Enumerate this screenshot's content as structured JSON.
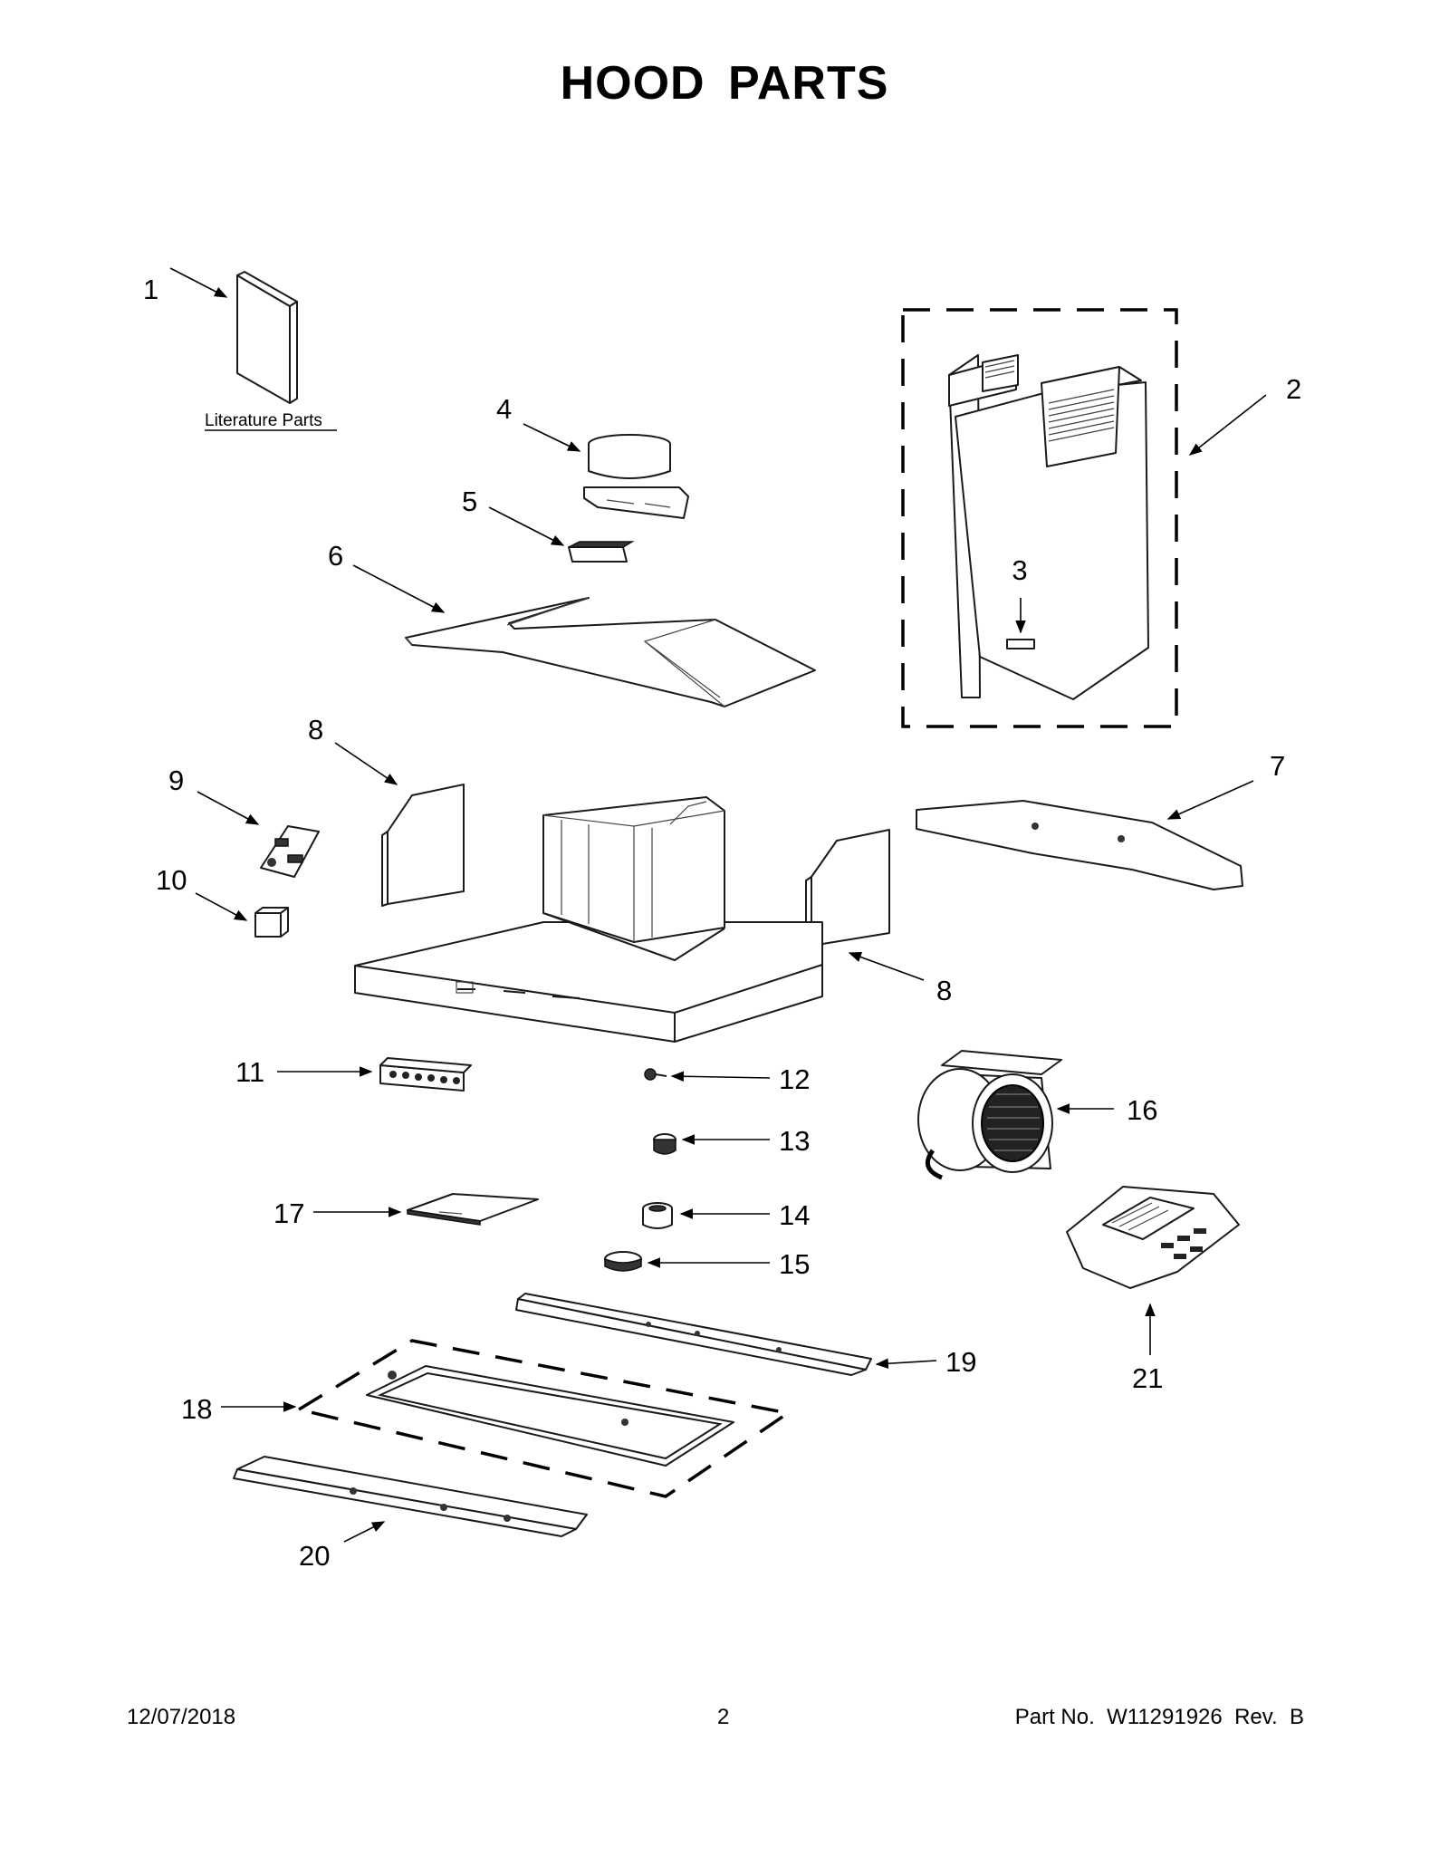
{
  "title": "HOOD PARTS",
  "literature_label": "Literature Parts",
  "callouts": [
    "1",
    "2",
    "3",
    "4",
    "5",
    "6",
    "7",
    "8",
    "8",
    "9",
    "10",
    "11",
    "12",
    "13",
    "14",
    "15",
    "16",
    "17",
    "18",
    "19",
    "20",
    "21"
  ],
  "footer": {
    "date": "12/07/2018",
    "page": "2",
    "part_no": "Part No.  W11291926  Rev.  B"
  }
}
